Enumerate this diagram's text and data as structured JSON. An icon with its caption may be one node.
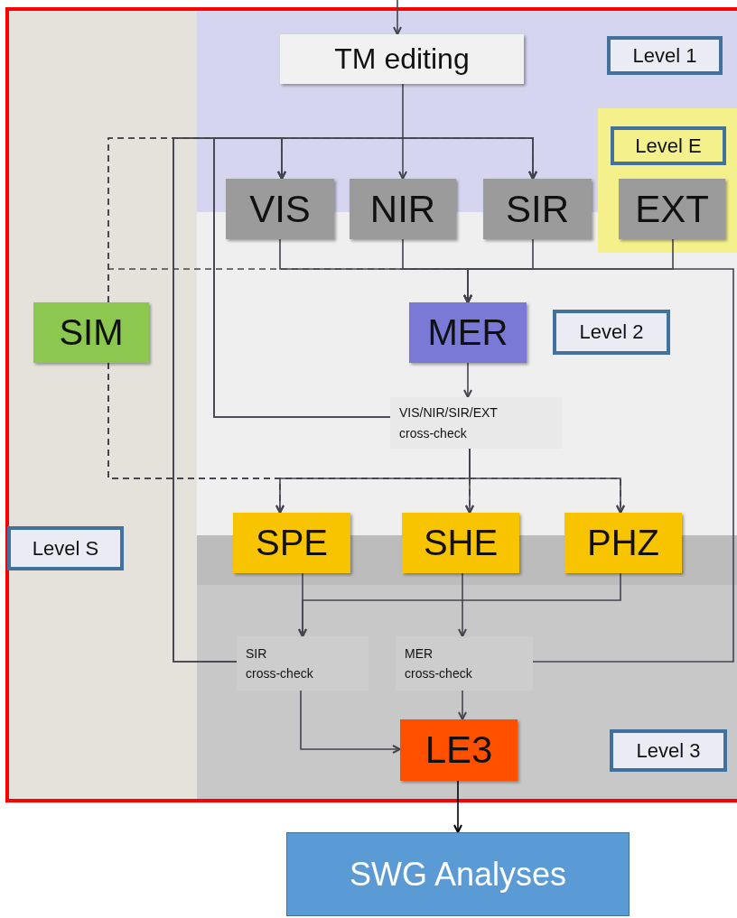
{
  "diagram": {
    "nodes": [
      {
        "text": [
          "TM editing"
        ]
      },
      {
        "text": [
          "Level 1"
        ]
      },
      {
        "text": [
          "Level E"
        ]
      },
      {
        "text": [
          "VIS"
        ]
      },
      {
        "text": [
          "NIR"
        ]
      },
      {
        "text": [
          "SIR"
        ]
      },
      {
        "text": [
          "EXT"
        ]
      },
      {
        "text": [
          "SIM"
        ]
      },
      {
        "text": [
          "MER"
        ]
      },
      {
        "text": [
          "Level 2"
        ]
      },
      {
        "text": [
          "VIS/NIR/SIR/EXT cross-check"
        ]
      },
      {
        "text": [
          "SPE"
        ]
      },
      {
        "text": [
          "SHE"
        ]
      },
      {
        "text": [
          "PHZ"
        ]
      },
      {
        "text": [
          "Level S"
        ]
      },
      {
        "text": [
          "SIR cross-check"
        ]
      },
      {
        "text": [
          "MER cross-check"
        ]
      },
      {
        "text": [
          "LE3"
        ]
      },
      {
        "text": [
          "Level 3"
        ]
      },
      {
        "text": [
          "SWG Analyses"
        ]
      }
    ],
    "edges": [
      {
        "from": null,
        "to": 0,
        "arrow": "to"
      },
      {
        "from": 0,
        "to": 4,
        "arrow": "to"
      },
      {
        "from": 7,
        "to": 3,
        "arrow": "to",
        "style": "dashed"
      },
      {
        "from": 7,
        "to": 5,
        "arrow": "to",
        "style": "dashed"
      },
      {
        "from": 10,
        "to": 3,
        "arrow": "to"
      },
      {
        "from": 10,
        "to": 5,
        "arrow": "to"
      },
      {
        "from": 15,
        "to": 3,
        "arrow": "to"
      },
      {
        "from": 15,
        "to": 5,
        "arrow": "to"
      },
      {
        "from": 3,
        "to": 8,
        "arrow": "to"
      },
      {
        "from": 4,
        "to": 8,
        "arrow": "to"
      },
      {
        "from": 5,
        "to": 8,
        "arrow": "to"
      },
      {
        "from": 6,
        "to": 8,
        "arrow": "to"
      },
      {
        "from": 7,
        "to": 8,
        "arrow": "to",
        "style": "dashed"
      },
      {
        "from": 16,
        "to": 8,
        "arrow": "to"
      },
      {
        "from": 8,
        "to": 10,
        "arrow": "to"
      },
      {
        "from": 10,
        "to": 11,
        "arrow": "to"
      },
      {
        "from": 10,
        "to": 12,
        "arrow": "to"
      },
      {
        "from": 10,
        "to": 13,
        "arrow": "to"
      },
      {
        "from": 7,
        "to": 11,
        "arrow": "to",
        "style": "dashed"
      },
      {
        "from": 7,
        "to": 12,
        "arrow": "to",
        "style": "dashed"
      },
      {
        "from": 7,
        "to": 13,
        "arrow": "to",
        "style": "dashed"
      },
      {
        "from": 11,
        "to": 15,
        "arrow": "to"
      },
      {
        "from": 13,
        "to": 15,
        "arrow": "to"
      },
      {
        "from": 12,
        "to": 16,
        "arrow": "to"
      },
      {
        "from": 15,
        "to": 17,
        "arrow": "to"
      },
      {
        "from": 16,
        "to": 17,
        "arrow": "to"
      },
      {
        "from": 17,
        "to": 19,
        "arrow": "to",
        "color": "#000000"
      }
    ]
  }
}
